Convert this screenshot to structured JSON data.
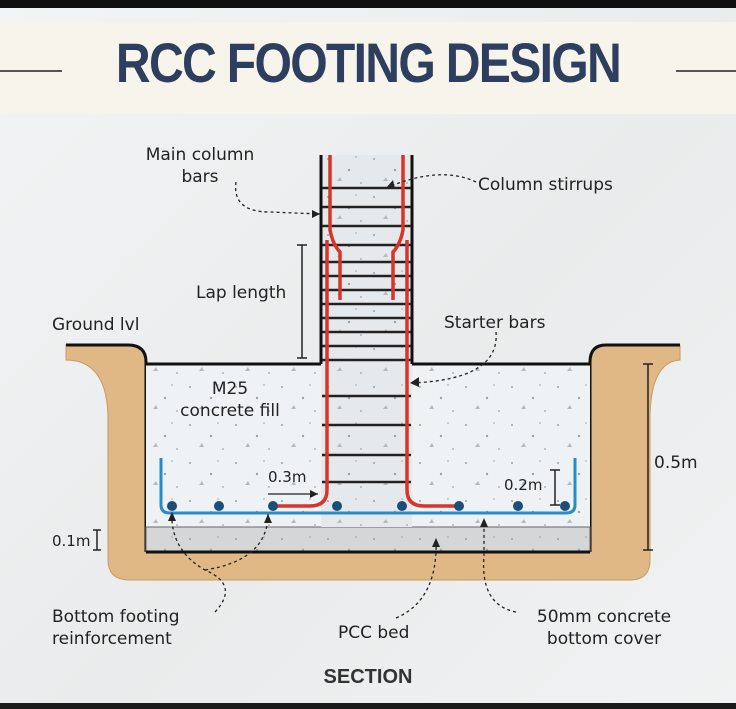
{
  "title": "RCC FOOTING DESIGN",
  "labels": {
    "main_column_bars_1": "Main column",
    "main_column_bars_2": "bars",
    "column_stirrups": "Column stirrups",
    "lap_length": "Lap length",
    "ground_level": "Ground lvl",
    "starter_bars": "Starter bars",
    "concrete_fill_1": "M25",
    "concrete_fill_2": "concrete fill",
    "dim_0_3m": "0.3m",
    "dim_0_2m": "0.2m",
    "dim_0_5m": "0.5m",
    "dim_0_1m": "0.1m",
    "bottom_reinf_1": "Bottom footing",
    "bottom_reinf_2": "reinforcement",
    "pcc_bed": "PCC bed",
    "cover_1": "50mm concrete",
    "cover_2": "bottom cover",
    "section": "SECTION"
  },
  "colors": {
    "title": "#2d3e5f",
    "soil": "#dfb886",
    "soil_edge": "#c99a63",
    "concrete": "#eef2f4",
    "pcc": "#d4d6d8",
    "rebar_red": "#d9342b",
    "rebar_blue": "#2a8cc7",
    "stirrup": "#222222"
  }
}
